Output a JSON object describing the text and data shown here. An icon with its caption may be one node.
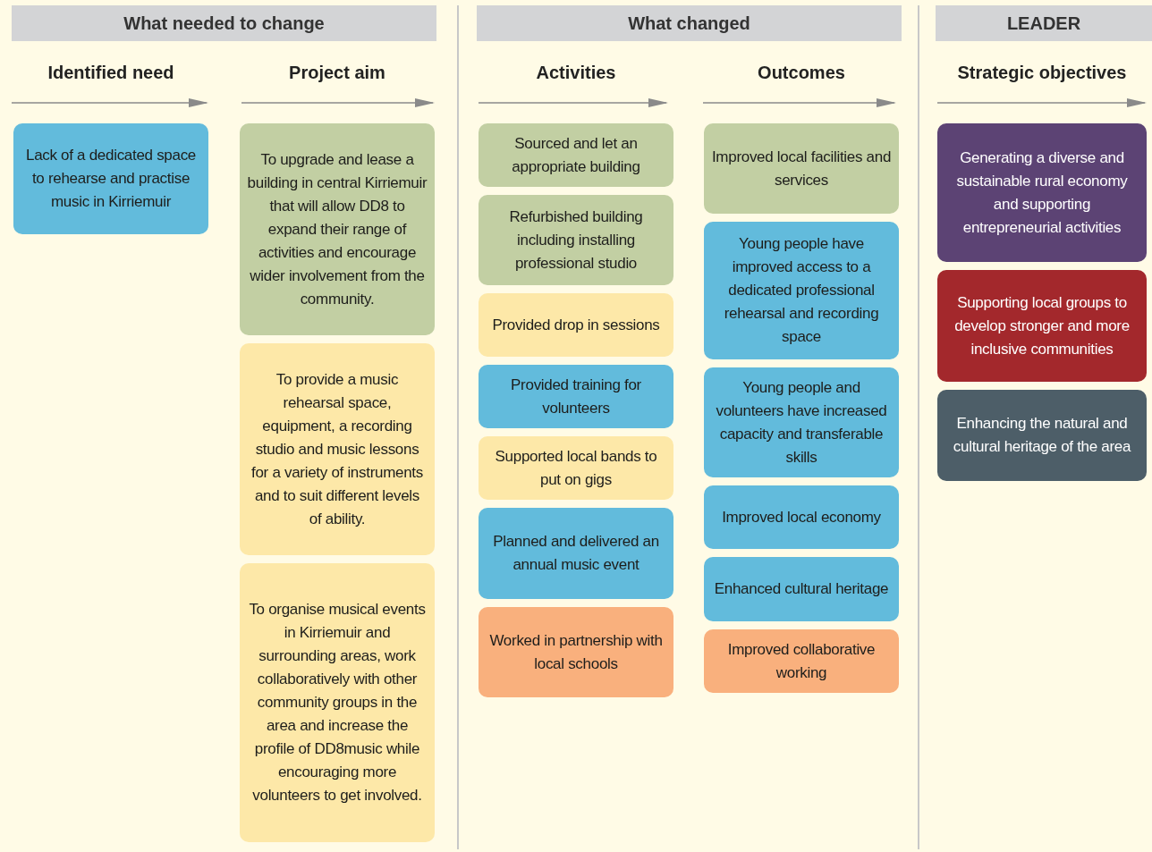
{
  "diagram": {
    "nodes": [
      {
        "text": [
          "What needed to change"
        ]
      },
      {
        "text": [
          "What changed"
        ]
      },
      {
        "text": [
          "LEADER"
        ]
      },
      {
        "text": [
          "Lack of a dedicated space to rehearse and practise music in Kirriemuir"
        ]
      },
      {
        "text": [
          "To upgrade and lease a building in central Kirriemuir that will allow DD8 to expand their range of activities and encourage wider involvement from the community."
        ]
      },
      {
        "text": [
          "To provide a music rehearsal space, equipment, a recording studio and music lessons for a variety of instruments and to suit different levels of ability."
        ]
      },
      {
        "text": [
          "To organise musical events in Kirriemuir and surrounding areas, work collaboratively with other community groups in the area and increase the profile of DD8music while encouraging more volunteers to get involved."
        ]
      },
      {
        "text": [
          "Sourced and let an appropriate building"
        ]
      },
      {
        "text": [
          "Refurbished building including installing professional studio"
        ]
      },
      {
        "text": [
          "Provided drop in sessions"
        ]
      },
      {
        "text": [
          "Provided training for volunteers"
        ]
      },
      {
        "text": [
          "Supported local bands to put on gigs"
        ]
      },
      {
        "text": [
          "Planned and delivered an annual music event"
        ]
      },
      {
        "text": [
          "Worked in partnership with local schools"
        ]
      },
      {
        "text": [
          "Improved local facilities and services"
        ]
      },
      {
        "text": [
          "Young people have improved access to a dedicated professional rehearsal and recording space"
        ]
      },
      {
        "text": [
          "Young people and volunteers have increased capacity and transferable skills"
        ]
      },
      {
        "text": [
          "Improved local economy"
        ]
      },
      {
        "text": [
          "Enhanced cultural heritage"
        ]
      },
      {
        "text": [
          "Improved collaborative working"
        ]
      },
      {
        "text": [
          "Generating a diverse and sustainable rural economy and supporting entrepreneurial activities"
        ]
      },
      {
        "text": [
          "Supporting local groups to develop stronger and more inclusive communities"
        ]
      },
      {
        "text": [
          "Enhancing the natural and cultural heritage of the area"
        ]
      }
    ],
    "labels": [
      "Identified need",
      "Project aim",
      "Activities",
      "Outcomes",
      "Strategic objectives"
    ]
  }
}
